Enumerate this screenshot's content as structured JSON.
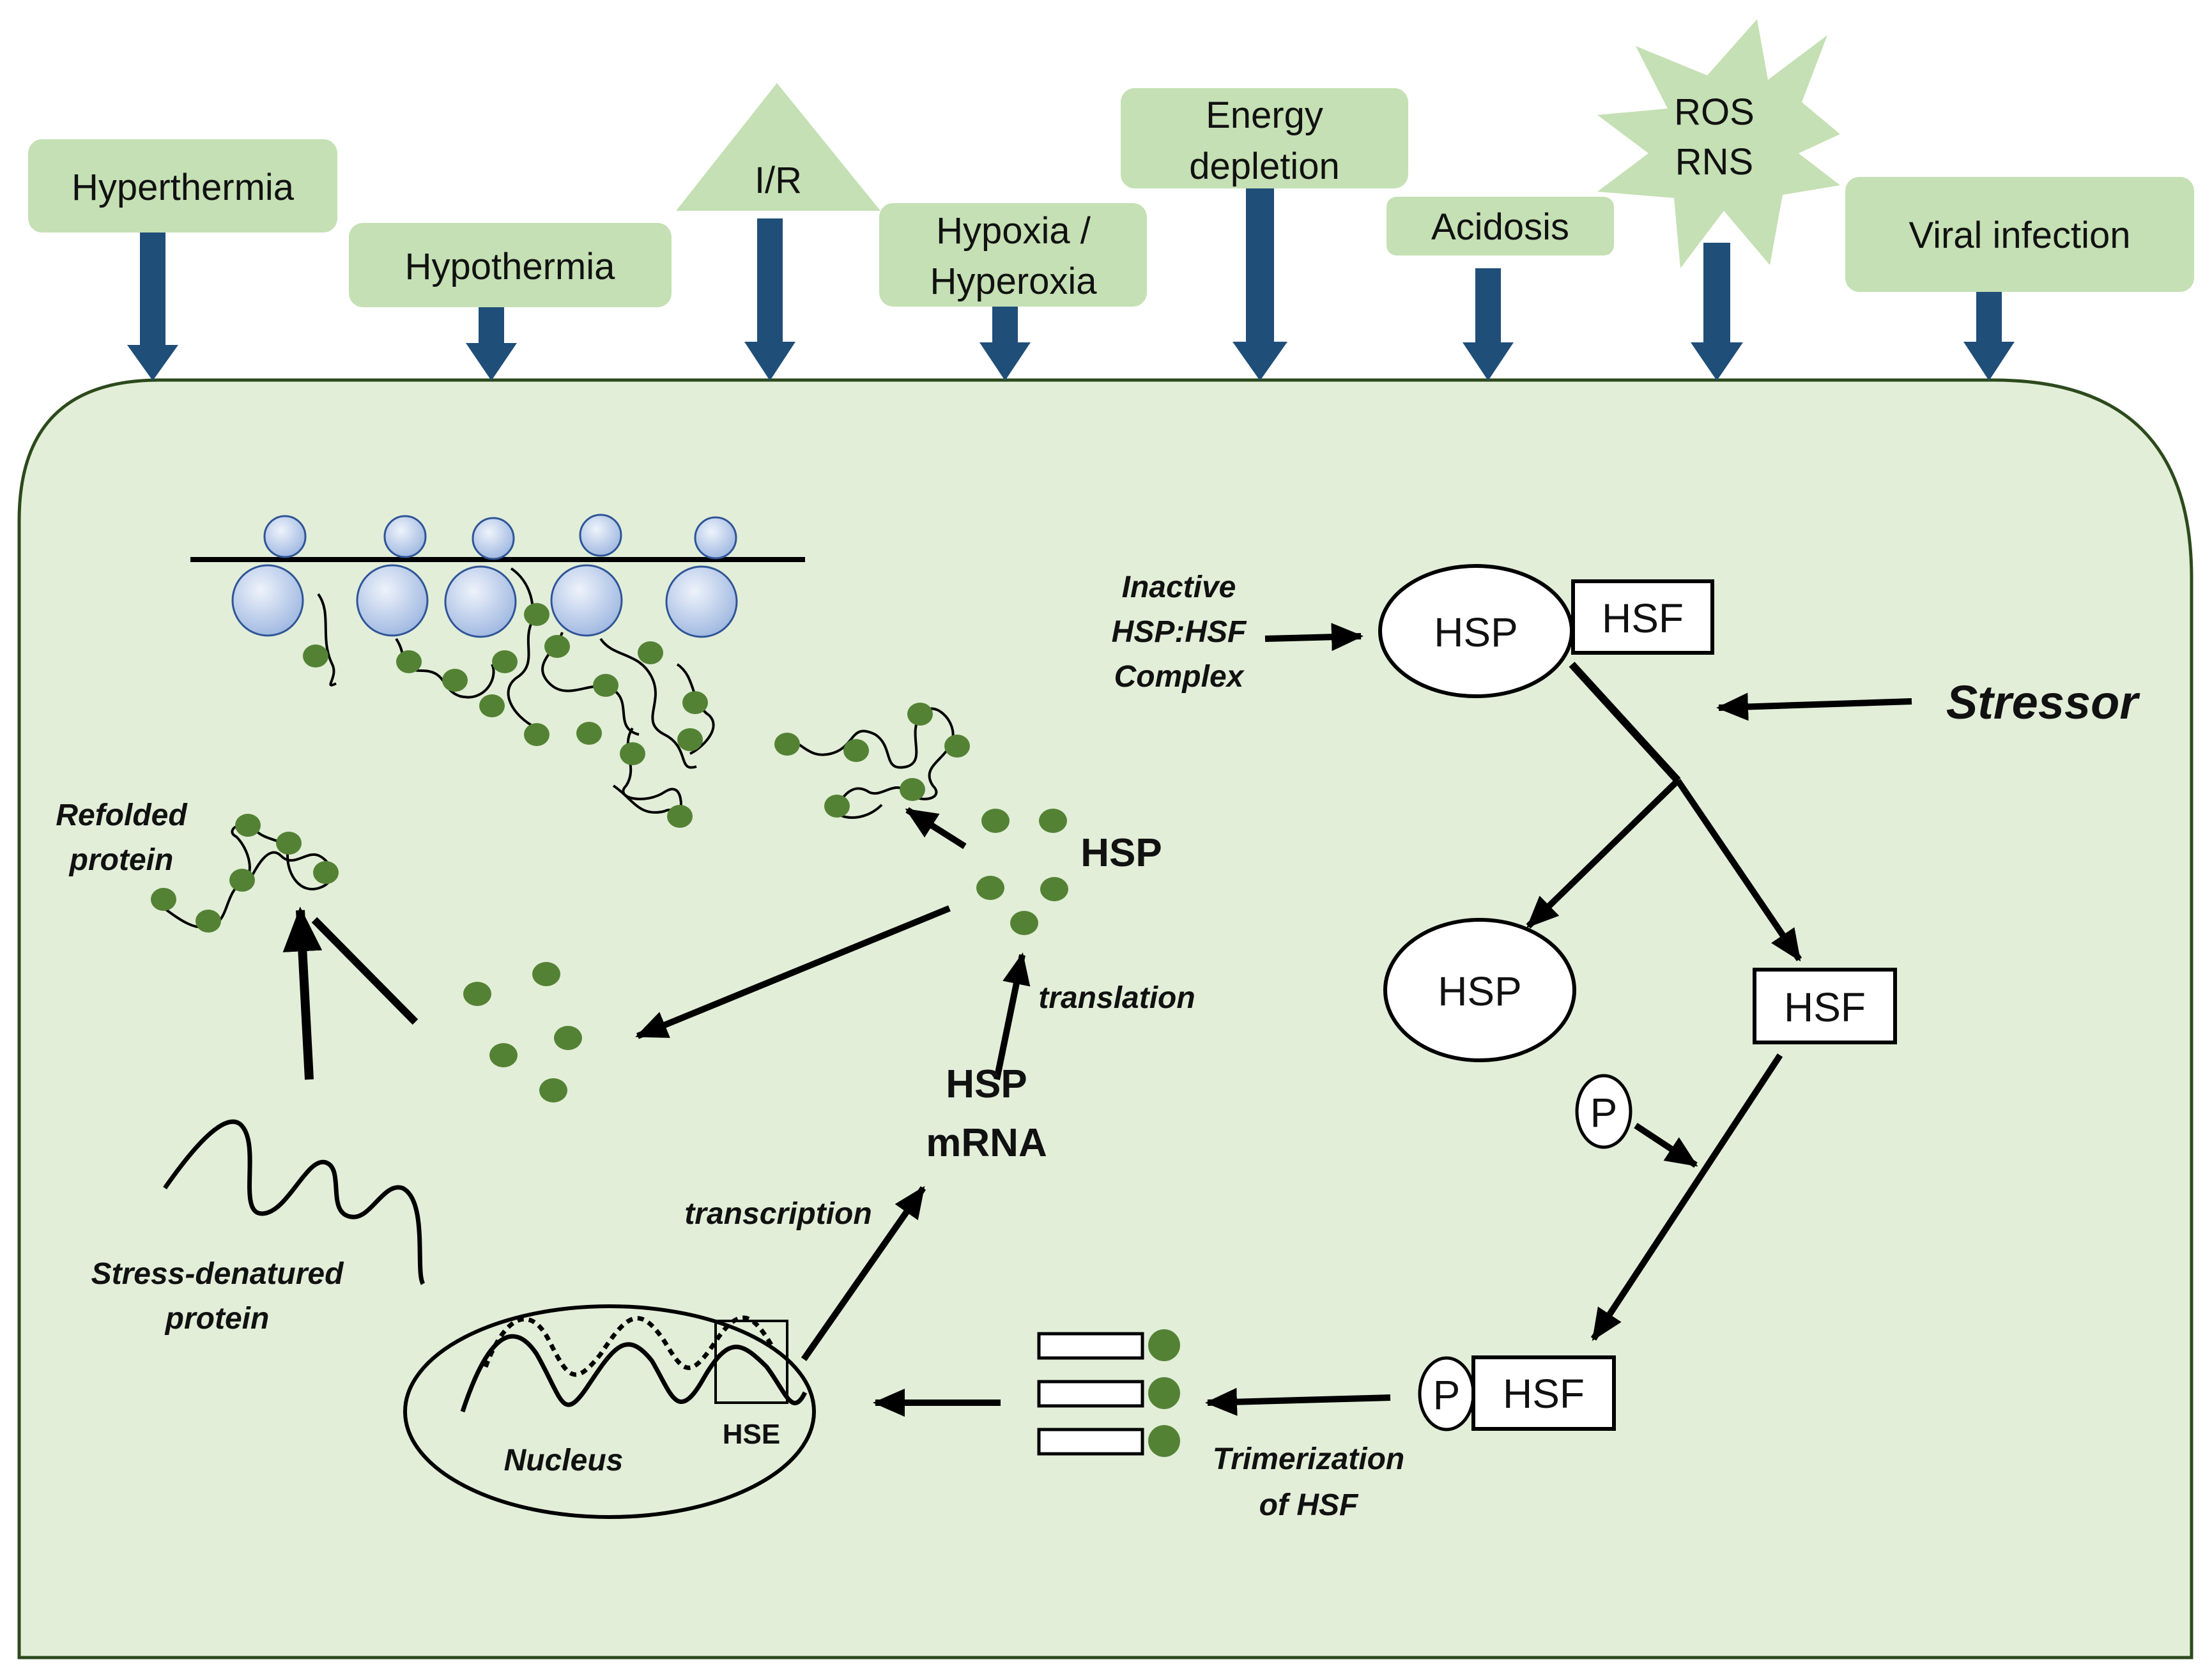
{
  "stressors": {
    "hyperthermia": "Hyperthermia",
    "hypothermia": "Hypothermia",
    "ir": "I/R",
    "hypoxia_line1": "Hypoxia /",
    "hypoxia_line2": "Hyperoxia",
    "energy_line1": "Energy",
    "energy_line2": "depletion",
    "acidosis": "Acidosis",
    "ros": "ROS",
    "rns": "RNS",
    "viral": "Viral infection"
  },
  "pathway": {
    "inactive_line1": "Inactive",
    "inactive_line2": "HSP:HSF",
    "inactive_line3": "Complex",
    "hsp": "HSP",
    "hsf": "HSF",
    "stressor": "Stressor",
    "p": "P",
    "trimer_line1": "Trimerization",
    "trimer_line2": "of HSF"
  },
  "cell": {
    "nucleus": "Nucleus",
    "hse": "HSE",
    "transcription": "transcription",
    "mrna_line1": "HSP",
    "mrna_line2": "mRNA",
    "translation": "translation",
    "hsp": "HSP",
    "refolded_line1": "Refolded",
    "refolded_line2": "protein",
    "denatured_line1": "Stress-denatured",
    "denatured_line2": "protein"
  },
  "colors": {
    "background": "#ffffff",
    "cell_fill": "#e2eed8",
    "cell_stroke": "#2c4a1c",
    "label_box": "#c5e0b4",
    "arrow_blue": "#1f4e79",
    "protein_dot": "#548235",
    "ribosome_fill": "#b4c7e7",
    "ribosome_stroke": "#2f5597"
  }
}
